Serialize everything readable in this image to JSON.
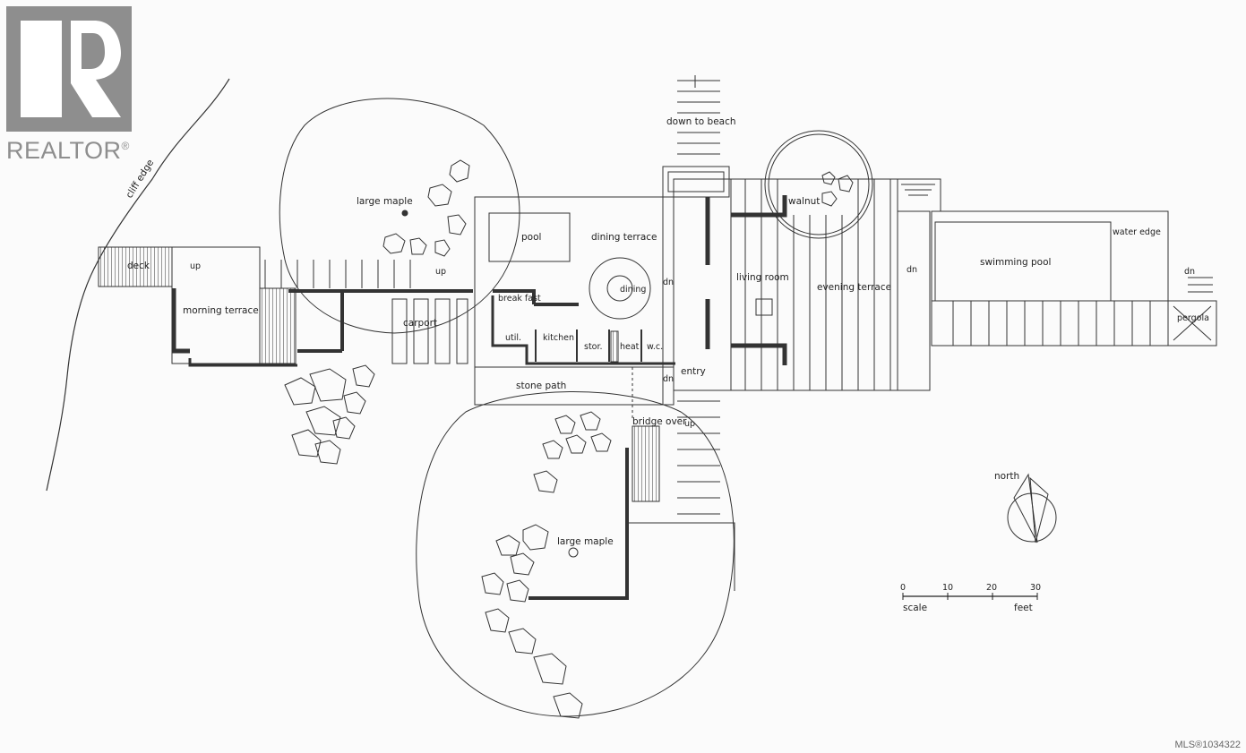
{
  "logo": {
    "brand": "REALTOR",
    "registered": "®"
  },
  "listing": {
    "mls": "MLS®1034322"
  },
  "plan": {
    "labels": {
      "cliff_edge": "cliff edge",
      "large_maple_north": "large maple",
      "deck": "deck",
      "up_deck": "up",
      "morning_terrace": "morning terrace",
      "up_carport": "up",
      "carport": "carport",
      "pool": "pool",
      "dining_terrace": "dining terrace",
      "break_fast": "break fast",
      "dining": "dining",
      "util": "util.",
      "kitchen": "kitchen",
      "stor": "stor.",
      "heat": "heat",
      "wc": "w.c.",
      "stone_path": "stone path",
      "down_to_beach": "down to beach",
      "dn_dining": "dn",
      "entry": "entry",
      "dn_entry": "dn",
      "walnut": "walnut",
      "living_room": "living room",
      "evening_terrace": "evening terrace",
      "dn_terrace": "dn",
      "swimming_pool": "swimming pool",
      "water_edge": "water edge",
      "dn_pergola": "dn",
      "pergola": "pergola",
      "bridge_over": "bridge over",
      "up_bridge": "up",
      "large_maple_south": "large maple",
      "north": "north"
    },
    "scale": {
      "ticks": [
        "0",
        "10",
        "20",
        "30"
      ],
      "left_label": "scale",
      "right_label": "feet"
    }
  }
}
